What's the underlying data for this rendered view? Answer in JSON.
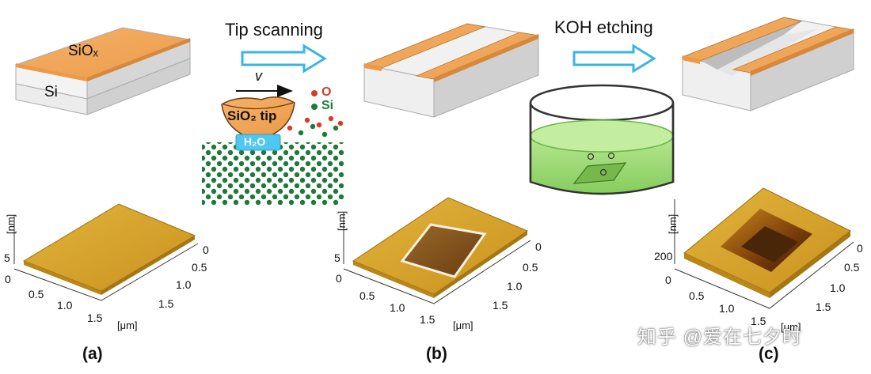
{
  "steps": {
    "tip_scanning": "Tip scanning",
    "koh_etching": "KOH etching"
  },
  "materials": {
    "top_layer": "SiOₓ",
    "substrate": "Si"
  },
  "tip": {
    "label": "SiO₂ tip",
    "water": "H₂O",
    "velocity": "v"
  },
  "legend": {
    "oxygen": "O",
    "silicon": "Si"
  },
  "afm": {
    "a": {
      "z_unit": "[nm]",
      "z_tick": "5",
      "zero": "0",
      "x_ticks": [
        "0.5",
        "1.0",
        "1.5"
      ],
      "y_ticks": [
        "0",
        "0.5",
        "1.0",
        "1.5"
      ],
      "xy_unit": "[μm]"
    },
    "b": {
      "z_unit": "[nm]",
      "z_tick": "5",
      "zero": "0",
      "x_ticks": [
        "0.5",
        "1.0",
        "1.5"
      ],
      "y_ticks": [
        "0",
        "0.5",
        "1.0",
        "1.5"
      ],
      "xy_unit": "[μm]"
    },
    "c": {
      "z_unit": "[nm]",
      "z_tick": "200",
      "zero": "0",
      "x_ticks": [
        "0.5",
        "1.0",
        "1.5"
      ],
      "y_ticks": [
        "0",
        "0.5",
        "1.0",
        "1.5"
      ],
      "xy_unit": "[μm]"
    }
  },
  "panels": {
    "a": "(a)",
    "b": "(b)",
    "c": "(c)"
  },
  "watermark": "知乎 @爱在七夕时",
  "colors": {
    "oxide_orange": "#f2a75a",
    "silicon_gray": "#eeeeee",
    "arrow_blue": "#3ab4e6",
    "afm_gold": "#d9a62c",
    "solution_green": "#9fdc7a",
    "atom_green": "#1f7a3a",
    "atom_red": "#d93b2a"
  }
}
